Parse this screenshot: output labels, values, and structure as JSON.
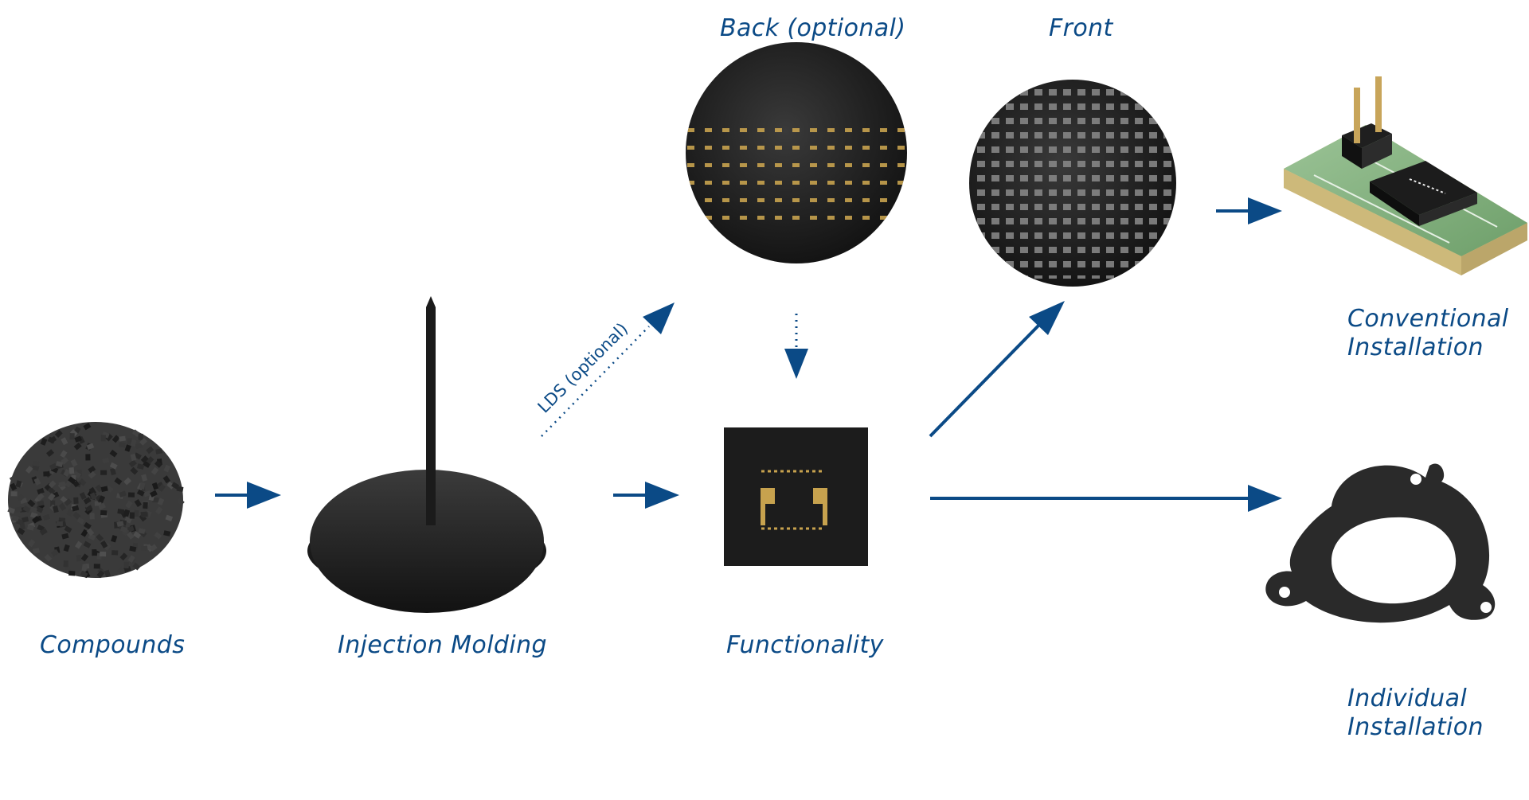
{
  "labels": {
    "compounds": "Compounds",
    "injection_molding": "Injection Molding",
    "functionality": "Functionality",
    "back": "Back (optional)",
    "front": "Front",
    "lds": "LDS (optional)",
    "conventional_line1": "Conventional",
    "conventional_line2": "Installation",
    "individual_line1": "Individual",
    "individual_line2": "Installation"
  },
  "colors": {
    "accent": "#0b4a86",
    "product_dark": "#222222",
    "pcb_green": "#7fb07d",
    "gold_pad": "#c7a24e"
  }
}
